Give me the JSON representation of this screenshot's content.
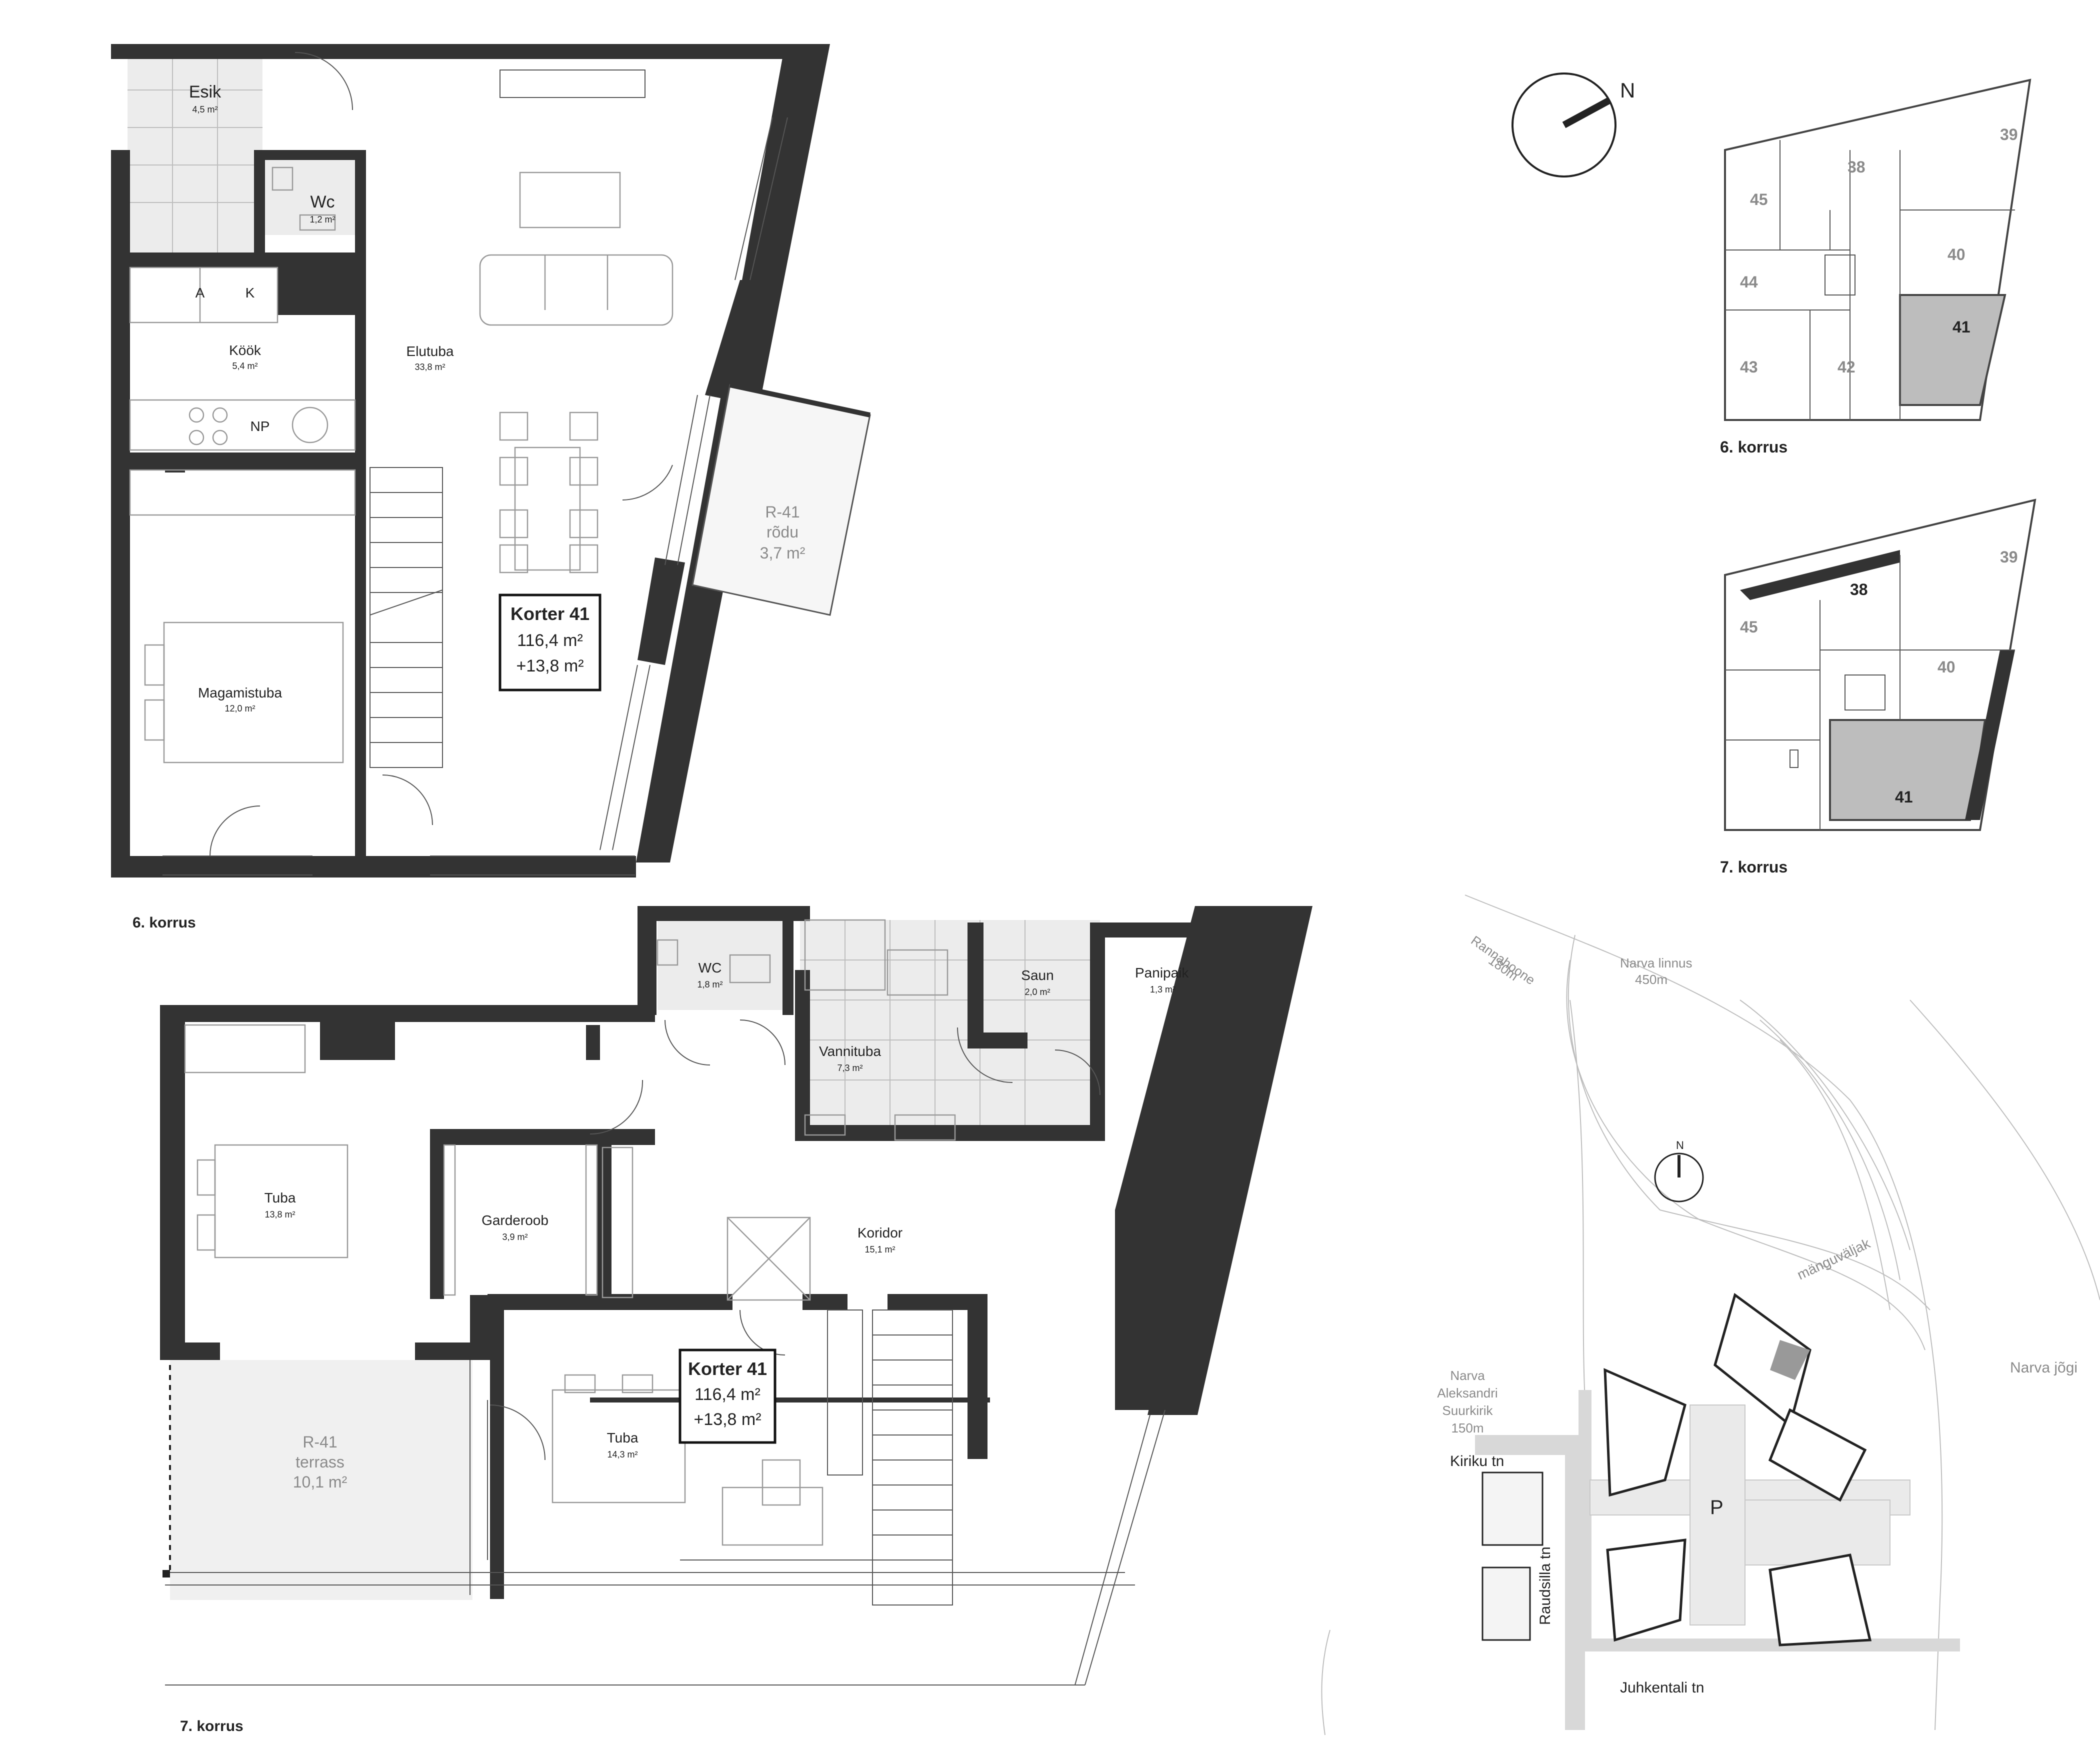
{
  "floor6": {
    "rooms": [
      {
        "name": "Esik",
        "area": "4,5 m²"
      },
      {
        "name": "Wc",
        "area": "1,2 m²"
      },
      {
        "name": "Köök",
        "area": "5,4 m²"
      },
      {
        "name": "Elutuba",
        "area": "33,8 m²"
      },
      {
        "name": "Magamistuba",
        "area": "12,0 m²"
      }
    ],
    "fixtures": {
      "a": "A",
      "k": "K",
      "np": "NP"
    },
    "balcony": {
      "id": "R-41",
      "type": "rõdu",
      "area": "3,7 m²"
    },
    "apartment": {
      "title": "Korter 41",
      "area": "116,4 m²",
      "extra": "+13,8 m²"
    },
    "label": "6. korrus"
  },
  "floor7": {
    "rooms": [
      {
        "name": "WC",
        "area": "1,8 m²"
      },
      {
        "name": "Saun",
        "area": "2,0 m²"
      },
      {
        "name": "Panipaik",
        "area": "1,3 m²"
      },
      {
        "name": "Vannituba",
        "area": "7,3 m²"
      },
      {
        "name": "Tuba",
        "area": "13,8 m²"
      },
      {
        "name": "Garderoob",
        "area": "3,9 m²"
      },
      {
        "name": "Koridor",
        "area": "15,1 m²"
      },
      {
        "name": "Tuba",
        "area": "14,3 m²"
      }
    ],
    "terrace": {
      "id": "R-41",
      "type": "terrass",
      "area": "10,1 m²"
    },
    "apartment": {
      "title": "Korter 41",
      "area": "116,4 m²",
      "extra": "+13,8 m²"
    },
    "label": "7. korrus"
  },
  "compass": {
    "north": "N"
  },
  "keyplans": [
    {
      "label": "6. korrus",
      "units": [
        "39",
        "38",
        "45",
        "40",
        "44",
        "41",
        "43",
        "42"
      ],
      "highlight": "41"
    },
    {
      "label": "7. korrus",
      "units": [
        "39",
        "38",
        "45",
        "40",
        "41"
      ],
      "highlight": "41"
    }
  ],
  "siteplan": {
    "north": "N",
    "labels": {
      "rannahoone": "Rannahoone",
      "rannahoone_dist": "180m",
      "linnus": "Narva linnus",
      "linnus_dist": "450m",
      "manguvaljak": "mänguväljak",
      "jogi": "Narva jõgi",
      "kirik_1": "Narva",
      "kirik_2": "Aleksandri",
      "kirik_3": "Suurkirik",
      "kirik_dist": "150m",
      "kiriku": "Kiriku tn",
      "raudsilla": "Raudsilla tn",
      "juhkentali": "Juhkentali tn",
      "parking": "P"
    }
  },
  "colors": {
    "wall": "#333333",
    "highlight": "#bdbdbd",
    "tile": "#ececec",
    "terrace": "#f0f0f0"
  }
}
